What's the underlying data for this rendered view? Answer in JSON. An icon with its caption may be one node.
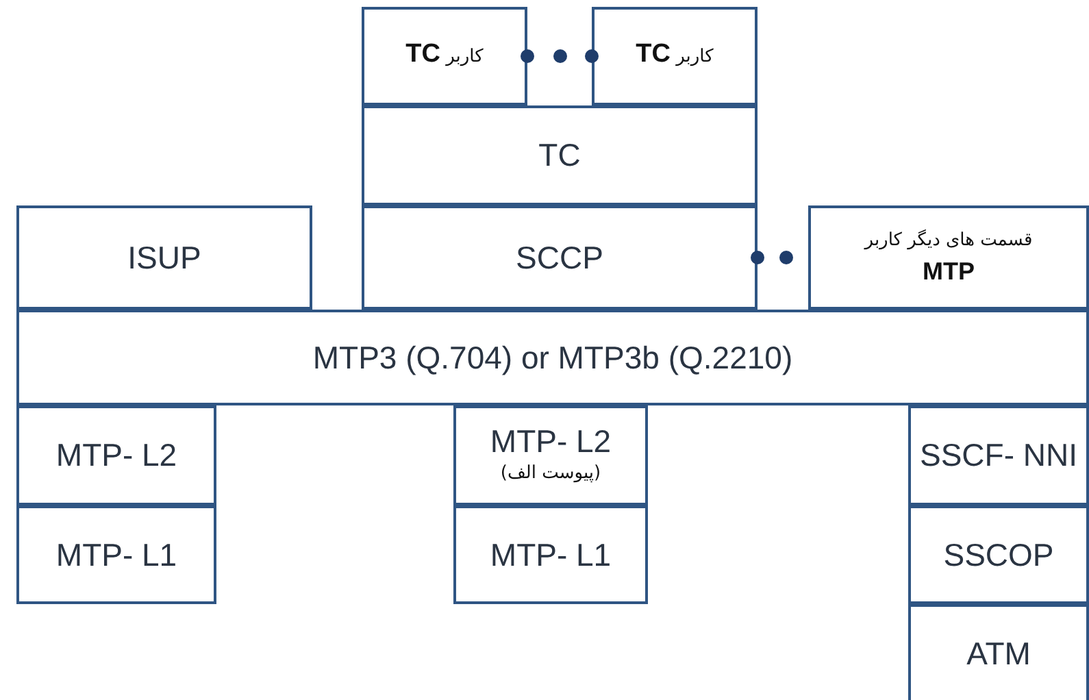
{
  "diagram": {
    "nodes": [
      {
        "text": [
          "کاربر **TC**"
        ]
      },
      {
        "text": [
          "کاربر **TC**"
        ]
      },
      {
        "text": [
          "TC"
        ]
      },
      {
        "text": [
          "ISUP"
        ]
      },
      {
        "text": [
          "SCCP"
        ]
      },
      {
        "text": [
          "قسمت های دیگر کاربر",
          "MTP"
        ]
      },
      {
        "text": [
          "MTP3 (Q.704) or MTP3b (Q.2210)"
        ]
      },
      {
        "text": [
          "MTP- L2"
        ]
      },
      {
        "text": [
          "MTP- L1"
        ]
      },
      {
        "text": [
          "MTP- L2",
          "(پیوست الف)"
        ]
      },
      {
        "text": [
          "MTP- L1"
        ]
      },
      {
        "text": [
          "SSCF- NNI"
        ]
      },
      {
        "text": [
          "SSCOP"
        ]
      },
      {
        "text": [
          "ATM"
        ]
      }
    ]
  }
}
